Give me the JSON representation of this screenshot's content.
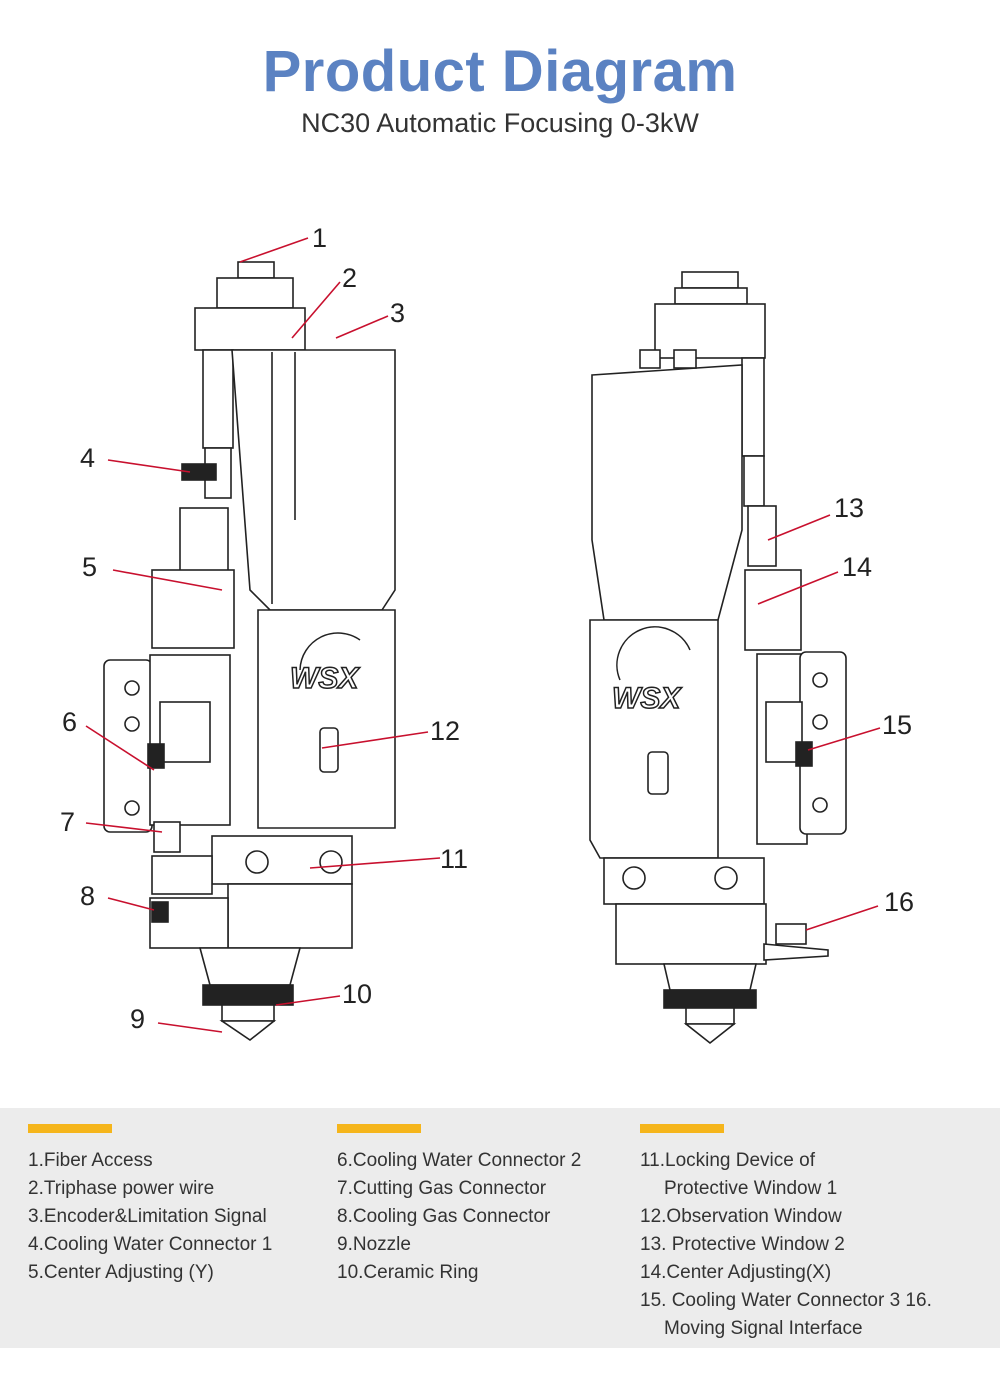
{
  "header": {
    "title": "Product Diagram",
    "subtitle": "NC30 Automatic Focusing 0-3kW"
  },
  "brand": {
    "logo_text": "WSX",
    "accent_color": "#5b82c2",
    "bar_color": "#f5b51b"
  },
  "callouts": [
    "1",
    "2",
    "3",
    "4",
    "5",
    "6",
    "7",
    "8",
    "9",
    "10",
    "11",
    "12",
    "13",
    "14",
    "15",
    "16"
  ],
  "legend": {
    "col1": [
      "1.Fiber Access",
      "2.Triphase power wire",
      "3.Encoder&Limitation Signal",
      "4.Cooling Water Connector 1",
      "5.Center Adjusting (Y)"
    ],
    "col2": [
      "6.Cooling Water Connector 2",
      "7.Cutting Gas Connector",
      "8.Cooling Gas Connector",
      "9.Nozzle",
      "10.Ceramic Ring"
    ],
    "col3": [
      "11.Locking Device of",
      "Protective Window 1",
      "12.Observation Window",
      "13. Protective Window 2",
      "14.Center Adjusting(X)",
      "15. Cooling Water Connector 3 16.",
      "Moving Signal Interface"
    ]
  }
}
